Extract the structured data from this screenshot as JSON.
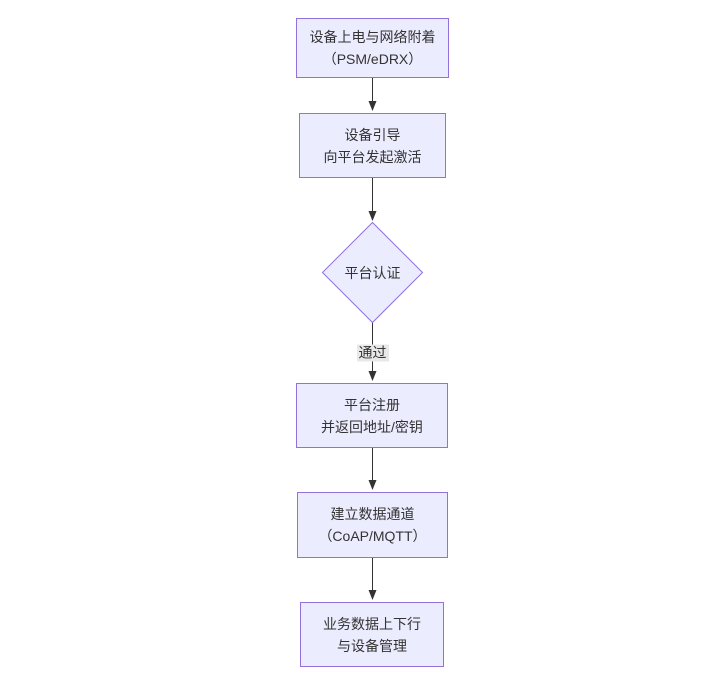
{
  "diagram": {
    "type": "flowchart-top-down",
    "colors": {
      "background": "#ffffff",
      "node_fill": "#ECECFF",
      "node_border": "#9370DB",
      "text": "#333333",
      "arrow": "#333333",
      "edge_label_bg": "#e8e8e8"
    },
    "nodes": [
      {
        "id": "power-attach",
        "shape": "rect",
        "line1": "设备上电与网络附着",
        "line2": "（PSM/eDRX）"
      },
      {
        "id": "bootstrap",
        "shape": "rect",
        "line1": "设备引导",
        "line2": "向平台发起激活"
      },
      {
        "id": "platform-auth",
        "shape": "diamond",
        "line1": "平台认证",
        "line2": ""
      },
      {
        "id": "platform-register",
        "shape": "rect",
        "line1": "平台注册",
        "line2": "并返回地址/密钥"
      },
      {
        "id": "data-channel",
        "shape": "rect",
        "line1": "建立数据通道",
        "line2": "（CoAP/MQTT）"
      },
      {
        "id": "business-data",
        "shape": "rect",
        "line1": "业务数据上下行",
        "line2": "与设备管理"
      }
    ],
    "edges": [
      {
        "from": "power-attach",
        "to": "bootstrap",
        "label": ""
      },
      {
        "from": "bootstrap",
        "to": "platform-auth",
        "label": ""
      },
      {
        "from": "platform-auth",
        "to": "platform-register",
        "label": "通过"
      },
      {
        "from": "platform-register",
        "to": "data-channel",
        "label": ""
      },
      {
        "from": "data-channel",
        "to": "business-data",
        "label": ""
      }
    ]
  }
}
